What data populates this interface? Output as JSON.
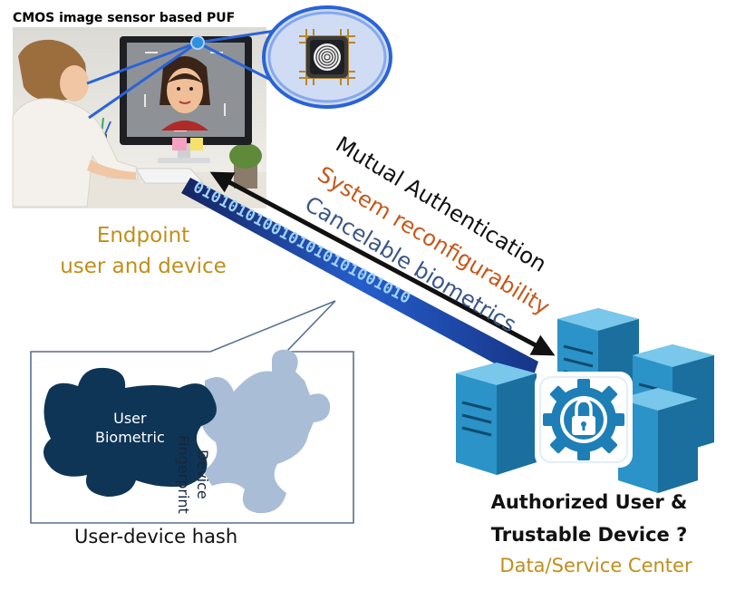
{
  "labels": {
    "sensor": "CMOS image sensor based PUF",
    "endpoint_line1": "Endpoint",
    "endpoint_line2": "user and device",
    "mutual": "Mutual Authentication",
    "reconfig": "System reconfigurability",
    "cancelable": "Cancelable biometrics",
    "user_biometric_line1": "User",
    "user_biometric_line2": "Biometric",
    "device_fp_line1": "Device",
    "device_fp_line2": "Fingerprint",
    "hash": "User-device hash",
    "auth_line1": "Authorized User &",
    "auth_line2": "Trustable Device ?",
    "center": "Data/Service Center"
  },
  "binary_stream": "0101010100101010101001010",
  "colors": {
    "gold": "#bf8f1c",
    "orange": "#c5581b",
    "slate_blue": "#3b5688",
    "puzzle_dark": "#0f3556",
    "puzzle_light": "#a9bdd6",
    "server_blue": "#2c93c8",
    "bubble": "#2a63d8"
  },
  "icons": [
    "user-at-computer-illustration",
    "chip-icon",
    "fingerprint-icon",
    "puzzle-icon",
    "server-icon",
    "lock-icon",
    "gear-icon"
  ]
}
